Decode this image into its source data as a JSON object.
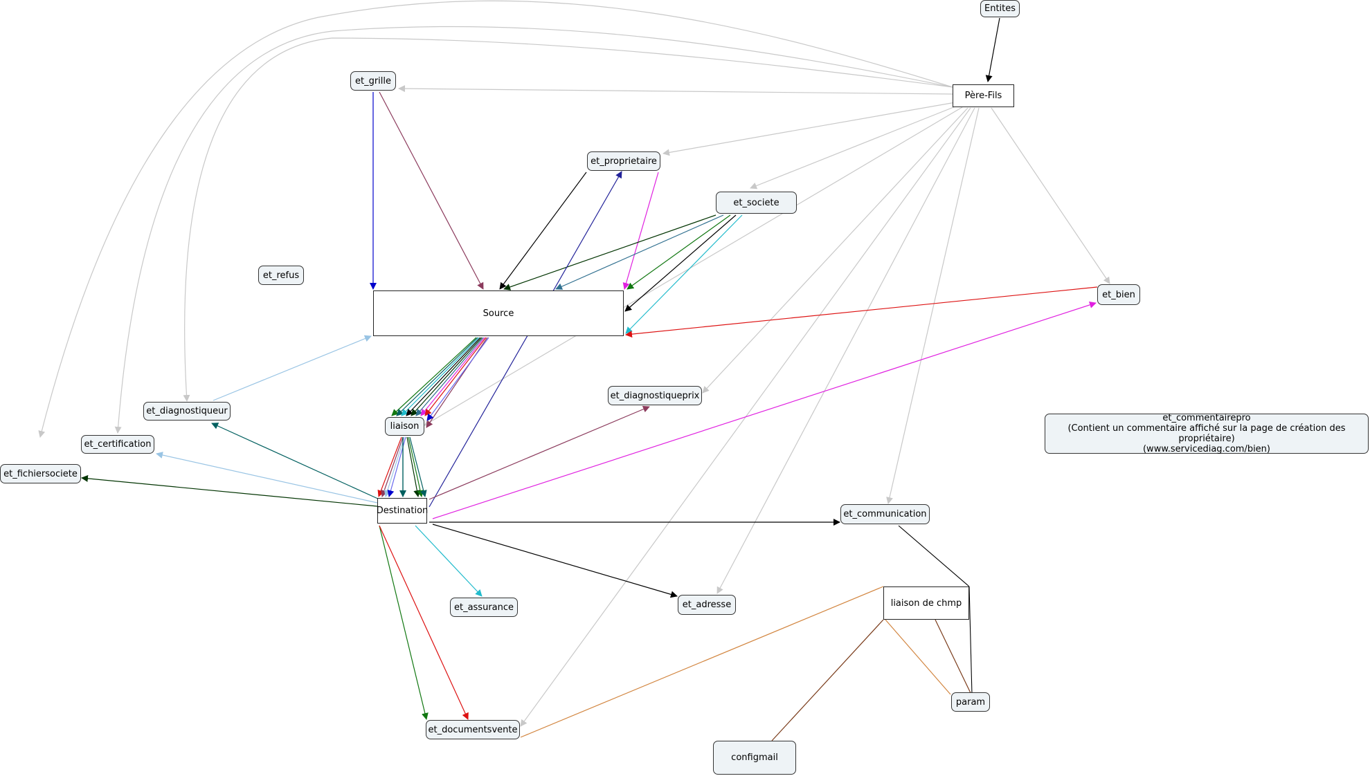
{
  "nodes": {
    "entites": "Entites",
    "pere_fils": "Père-Fils",
    "et_grille": "et_grille",
    "et_proprietaire": "et_proprietaire",
    "et_societe": "et_societe",
    "et_refus": "et_refus",
    "source": "Source",
    "et_bien": "et_bien",
    "et_diagnostiqueur": "et_diagnostiqueur",
    "liaison": "liaison",
    "et_diagnostiqueprix": "et_diagnostiqueprix",
    "et_certification": "et_certification",
    "et_fichiersociete": "et_fichiersociete",
    "destination": "Destination",
    "et_communication": "et_communication",
    "et_commentairepro": {
      "title": "et_commentairepro",
      "line1": "(Contient un commentaire affiché sur la page de création des propriétaire)",
      "line2": "(www.servicediag.com/bien)"
    },
    "et_assurance": "et_assurance",
    "et_adresse": "et_adresse",
    "liaison_de_chmp": "liaison de chmp",
    "param": "param",
    "et_documentsvente": "et_documentsvente",
    "configmail": "configmail"
  },
  "colors": {
    "gray": "#c8c8c8",
    "black": "#000000",
    "blue": "#0000cc",
    "mauve": "#8b3a5c",
    "magenta": "#e020e0",
    "red": "#dd1111",
    "green": "#117711",
    "dark_green": "#003300",
    "teal": "#005f5f",
    "steel": "#2f6f8f",
    "cyan": "#22bbcc",
    "light_blue": "#99c4e4",
    "navy": "#222299",
    "orange": "#d2853f",
    "brown": "#7a3b1a"
  }
}
